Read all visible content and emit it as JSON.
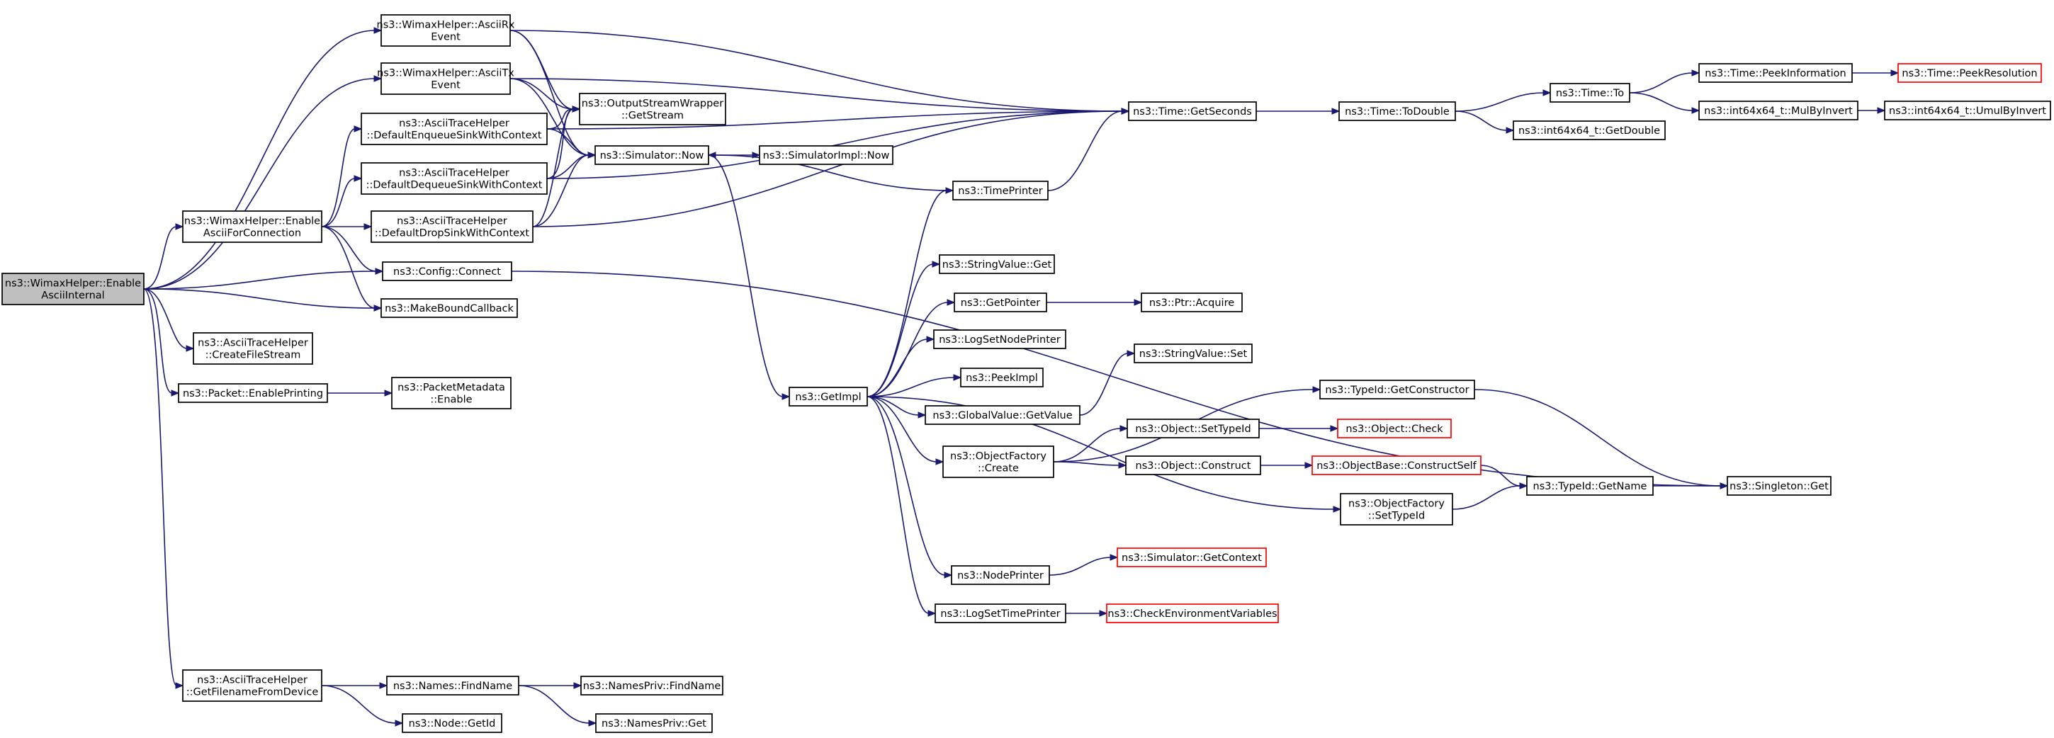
{
  "graph": {
    "nodes": [
      {
        "id": "root",
        "lines": [
          "ns3::WimaxHelper::Enable",
          "AsciiInternal"
        ],
        "root": true
      },
      {
        "id": "rxevent",
        "lines": [
          "ns3::WimaxHelper::AsciiRx",
          "Event"
        ]
      },
      {
        "id": "txevent",
        "lines": [
          "ns3::WimaxHelper::AsciiTx",
          "Event"
        ]
      },
      {
        "id": "enqueue",
        "lines": [
          "ns3::AsciiTraceHelper",
          "::DefaultEnqueueSinkWithContext"
        ]
      },
      {
        "id": "dequeue",
        "lines": [
          "ns3::AsciiTraceHelper",
          "::DefaultDequeueSinkWithContext"
        ]
      },
      {
        "id": "enablecon",
        "lines": [
          "ns3::WimaxHelper::Enable",
          "AsciiForConnection"
        ]
      },
      {
        "id": "drop",
        "lines": [
          "ns3::AsciiTraceHelper",
          "::DefaultDropSinkWithContext"
        ]
      },
      {
        "id": "connect",
        "lines": [
          "ns3::Config::Connect"
        ]
      },
      {
        "id": "mkbound",
        "lines": [
          "ns3::MakeBoundCallback"
        ]
      },
      {
        "id": "createfs",
        "lines": [
          "ns3::AsciiTraceHelper",
          "::CreateFileStream"
        ]
      },
      {
        "id": "pktenable",
        "lines": [
          "ns3::Packet::EnablePrinting"
        ]
      },
      {
        "id": "pktmeta",
        "lines": [
          "ns3::PacketMetadata",
          "::Enable"
        ]
      },
      {
        "id": "getfname",
        "lines": [
          "ns3::AsciiTraceHelper",
          "::GetFilenameFromDevice"
        ]
      },
      {
        "id": "getstream",
        "lines": [
          "ns3::OutputStreamWrapper",
          "::GetStream"
        ]
      },
      {
        "id": "simnow",
        "lines": [
          "ns3::Simulator::Now"
        ]
      },
      {
        "id": "simimplnow",
        "lines": [
          "ns3::SimulatorImpl::Now"
        ]
      },
      {
        "id": "getseconds",
        "lines": [
          "ns3::Time::GetSeconds"
        ]
      },
      {
        "id": "todouble",
        "lines": [
          "ns3::Time::ToDouble"
        ]
      },
      {
        "id": "timeto",
        "lines": [
          "ns3::Time::To"
        ]
      },
      {
        "id": "peekinfo",
        "lines": [
          "ns3::Time::PeekInformation"
        ]
      },
      {
        "id": "peekres",
        "lines": [
          "ns3::Time::PeekResolution"
        ],
        "red": true
      },
      {
        "id": "getdouble",
        "lines": [
          "ns3::int64x64_t::GetDouble"
        ]
      },
      {
        "id": "mulbyinv",
        "lines": [
          "ns3::int64x64_t::MulByInvert"
        ]
      },
      {
        "id": "umulbyinv",
        "lines": [
          "ns3::int64x64_t::UmulByInvert"
        ]
      },
      {
        "id": "timeprinter",
        "lines": [
          "ns3::TimePrinter"
        ]
      },
      {
        "id": "getimpl",
        "lines": [
          "ns3::GetImpl"
        ]
      },
      {
        "id": "strget",
        "lines": [
          "ns3::StringValue::Get"
        ]
      },
      {
        "id": "getpointer",
        "lines": [
          "ns3::GetPointer"
        ]
      },
      {
        "id": "ptracquire",
        "lines": [
          "ns3::Ptr::Acquire"
        ]
      },
      {
        "id": "lognode",
        "lines": [
          "ns3::LogSetNodePrinter"
        ]
      },
      {
        "id": "peekimpl",
        "lines": [
          "ns3::PeekImpl"
        ]
      },
      {
        "id": "strset",
        "lines": [
          "ns3::StringValue::Set"
        ]
      },
      {
        "id": "gvget",
        "lines": [
          "ns3::GlobalValue::GetValue"
        ]
      },
      {
        "id": "getctor",
        "lines": [
          "ns3::TypeId::GetConstructor"
        ]
      },
      {
        "id": "ofcreate",
        "lines": [
          "ns3::ObjectFactory",
          "::Create"
        ]
      },
      {
        "id": "settypeid",
        "lines": [
          "ns3::Object::SetTypeId"
        ]
      },
      {
        "id": "objcheck",
        "lines": [
          "ns3::Object::Check"
        ],
        "red": true
      },
      {
        "id": "objconstruct",
        "lines": [
          "ns3::Object::Construct"
        ]
      },
      {
        "id": "constructself",
        "lines": [
          "ns3::ObjectBase::ConstructSelf"
        ],
        "red": true
      },
      {
        "id": "getname",
        "lines": [
          "ns3::TypeId::GetName"
        ]
      },
      {
        "id": "singleton",
        "lines": [
          "ns3::Singleton::Get"
        ]
      },
      {
        "id": "ofsettype",
        "lines": [
          "ns3::ObjectFactory",
          "::SetTypeId"
        ]
      },
      {
        "id": "nodeprinter",
        "lines": [
          "ns3::NodePrinter"
        ]
      },
      {
        "id": "simgetctx",
        "lines": [
          "ns3::Simulator::GetContext"
        ],
        "red": true
      },
      {
        "id": "logtime",
        "lines": [
          "ns3::LogSetTimePrinter"
        ]
      },
      {
        "id": "checkenv",
        "lines": [
          "ns3::CheckEnvironmentVariables"
        ],
        "red": true
      },
      {
        "id": "findname",
        "lines": [
          "ns3::Names::FindName"
        ]
      },
      {
        "id": "privfind",
        "lines": [
          "ns3::NamesPriv::FindName"
        ]
      },
      {
        "id": "nodegetid",
        "lines": [
          "ns3::Node::GetId"
        ]
      },
      {
        "id": "privget",
        "lines": [
          "ns3::NamesPriv::Get"
        ]
      }
    ],
    "edges": [
      [
        "root",
        "rxevent"
      ],
      [
        "root",
        "txevent"
      ],
      [
        "root",
        "enablecon"
      ],
      [
        "root",
        "connect"
      ],
      [
        "root",
        "mkbound"
      ],
      [
        "root",
        "createfs"
      ],
      [
        "root",
        "pktenable"
      ],
      [
        "root",
        "getfname"
      ],
      [
        "rxevent",
        "getstream"
      ],
      [
        "rxevent",
        "simnow"
      ],
      [
        "rxevent",
        "getseconds"
      ],
      [
        "txevent",
        "getstream"
      ],
      [
        "txevent",
        "simnow"
      ],
      [
        "txevent",
        "getseconds"
      ],
      [
        "enablecon",
        "enqueue"
      ],
      [
        "enablecon",
        "dequeue"
      ],
      [
        "enablecon",
        "drop"
      ],
      [
        "enablecon",
        "connect"
      ],
      [
        "enablecon",
        "mkbound"
      ],
      [
        "enqueue",
        "getstream"
      ],
      [
        "enqueue",
        "simnow"
      ],
      [
        "enqueue",
        "getseconds"
      ],
      [
        "dequeue",
        "getstream"
      ],
      [
        "dequeue",
        "simnow"
      ],
      [
        "dequeue",
        "getseconds"
      ],
      [
        "drop",
        "getstream"
      ],
      [
        "drop",
        "simnow"
      ],
      [
        "drop",
        "getseconds"
      ],
      [
        "connect",
        "singleton"
      ],
      [
        "pktenable",
        "pktmeta"
      ],
      [
        "getfname",
        "findname"
      ],
      [
        "getfname",
        "nodegetid"
      ],
      [
        "findname",
        "privfind"
      ],
      [
        "findname",
        "privget"
      ],
      [
        "simnow",
        "simimplnow"
      ],
      [
        "simnow",
        "getimpl"
      ],
      [
        "getseconds",
        "todouble"
      ],
      [
        "todouble",
        "timeto"
      ],
      [
        "todouble",
        "getdouble"
      ],
      [
        "timeto",
        "peekinfo"
      ],
      [
        "timeto",
        "mulbyinv"
      ],
      [
        "peekinfo",
        "peekres"
      ],
      [
        "mulbyinv",
        "umulbyinv"
      ],
      [
        "timeprinter",
        "simnow"
      ],
      [
        "timeprinter",
        "getseconds"
      ],
      [
        "getimpl",
        "timeprinter"
      ],
      [
        "getimpl",
        "strget"
      ],
      [
        "getimpl",
        "getpointer"
      ],
      [
        "getimpl",
        "lognode"
      ],
      [
        "getimpl",
        "peekimpl"
      ],
      [
        "getimpl",
        "gvget"
      ],
      [
        "getimpl",
        "ofcreate"
      ],
      [
        "getimpl",
        "ofsettype"
      ],
      [
        "getimpl",
        "nodeprinter"
      ],
      [
        "getimpl",
        "logtime"
      ],
      [
        "getpointer",
        "ptracquire"
      ],
      [
        "gvget",
        "strset"
      ],
      [
        "ofcreate",
        "getctor"
      ],
      [
        "ofcreate",
        "settypeid"
      ],
      [
        "ofcreate",
        "objconstruct"
      ],
      [
        "settypeid",
        "objcheck"
      ],
      [
        "objconstruct",
        "constructself"
      ],
      [
        "constructself",
        "getname"
      ],
      [
        "getctor",
        "singleton"
      ],
      [
        "getname",
        "singleton"
      ],
      [
        "ofsettype",
        "getname"
      ],
      [
        "nodeprinter",
        "simgetctx"
      ],
      [
        "logtime",
        "checkenv"
      ]
    ]
  }
}
